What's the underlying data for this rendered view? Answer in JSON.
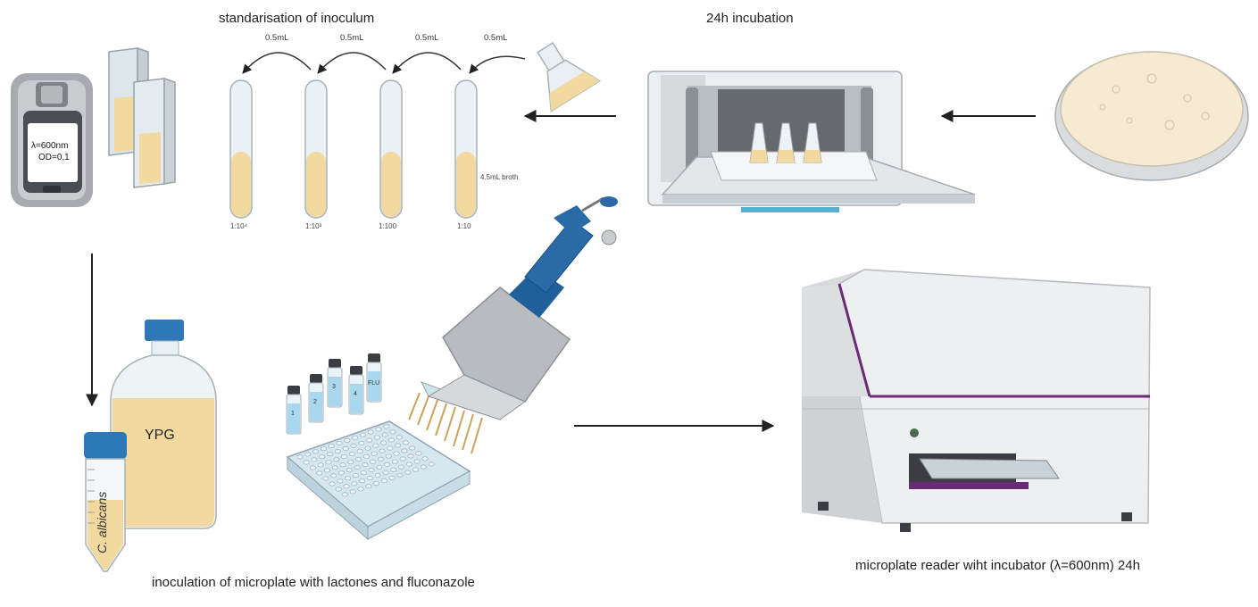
{
  "titles": {
    "standardisation": "standarisation of inoculum",
    "incubation": "24h incubation",
    "inoculation": "inoculation of microplate with lactones and fluconazole",
    "reader": "microplate reader wiht incubator (λ=600nm) 24h"
  },
  "transfers": [
    "0.5mL",
    "0.5mL",
    "0.5mL",
    "0.5mL"
  ],
  "broth_label": "4.5mL broth",
  "dilutions": [
    "1:10⁴",
    "1:10³",
    "1:100",
    "1:10"
  ],
  "spectro": {
    "wavelength": "λ=600nm",
    "od": "OD=0,1"
  },
  "bottle_label": "YPG",
  "tube_label": "C. albicans",
  "vials": [
    "1",
    "2",
    "3",
    "4",
    "FLU"
  ],
  "colors": {
    "broth": "#f1d9a0",
    "glass": "#eaf2f6",
    "pipette_blue": "#2a6aa6",
    "reader_purple": "#6a2a74",
    "cap_blue": "#2e78b8",
    "vial_liquid": "#a9d8ee"
  }
}
